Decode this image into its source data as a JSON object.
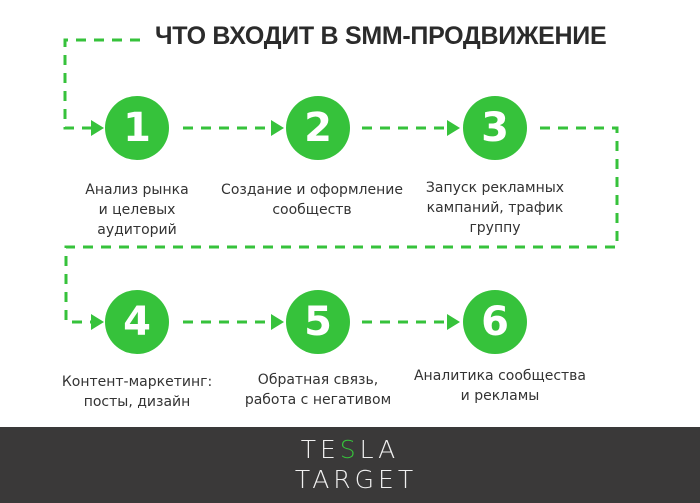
{
  "title": "ЧТО ВХОДИТ В SMM-ПРОДВИЖЕНИЕ",
  "colors": {
    "accent": "#36c23b",
    "text": "#333333",
    "footer_bg": "#3a3939",
    "logo_text": "#f0f0f0"
  },
  "steps": [
    {
      "number": "1",
      "label_lines": [
        "Анализ рынка",
        "и целевых",
        "аудиторий"
      ]
    },
    {
      "number": "2",
      "label_lines": [
        "Создание и оформление",
        "сообществ"
      ]
    },
    {
      "number": "3",
      "label_lines": [
        "Запуск рекламных",
        "кампаний, трафик",
        "группу"
      ]
    },
    {
      "number": "4",
      "label_lines": [
        "Контент-маркетинг:",
        "посты, дизайн"
      ]
    },
    {
      "number": "5",
      "label_lines": [
        "Обратная связь,",
        "работа с негативом"
      ]
    },
    {
      "number": "6",
      "label_lines": [
        "Аналитика сообщества",
        "и рекламы"
      ]
    }
  ],
  "footer": {
    "logo_line1_pre": "TE",
    "logo_line1_accent": "S",
    "logo_line1_post": "LA",
    "logo_line2": "TARGET"
  }
}
